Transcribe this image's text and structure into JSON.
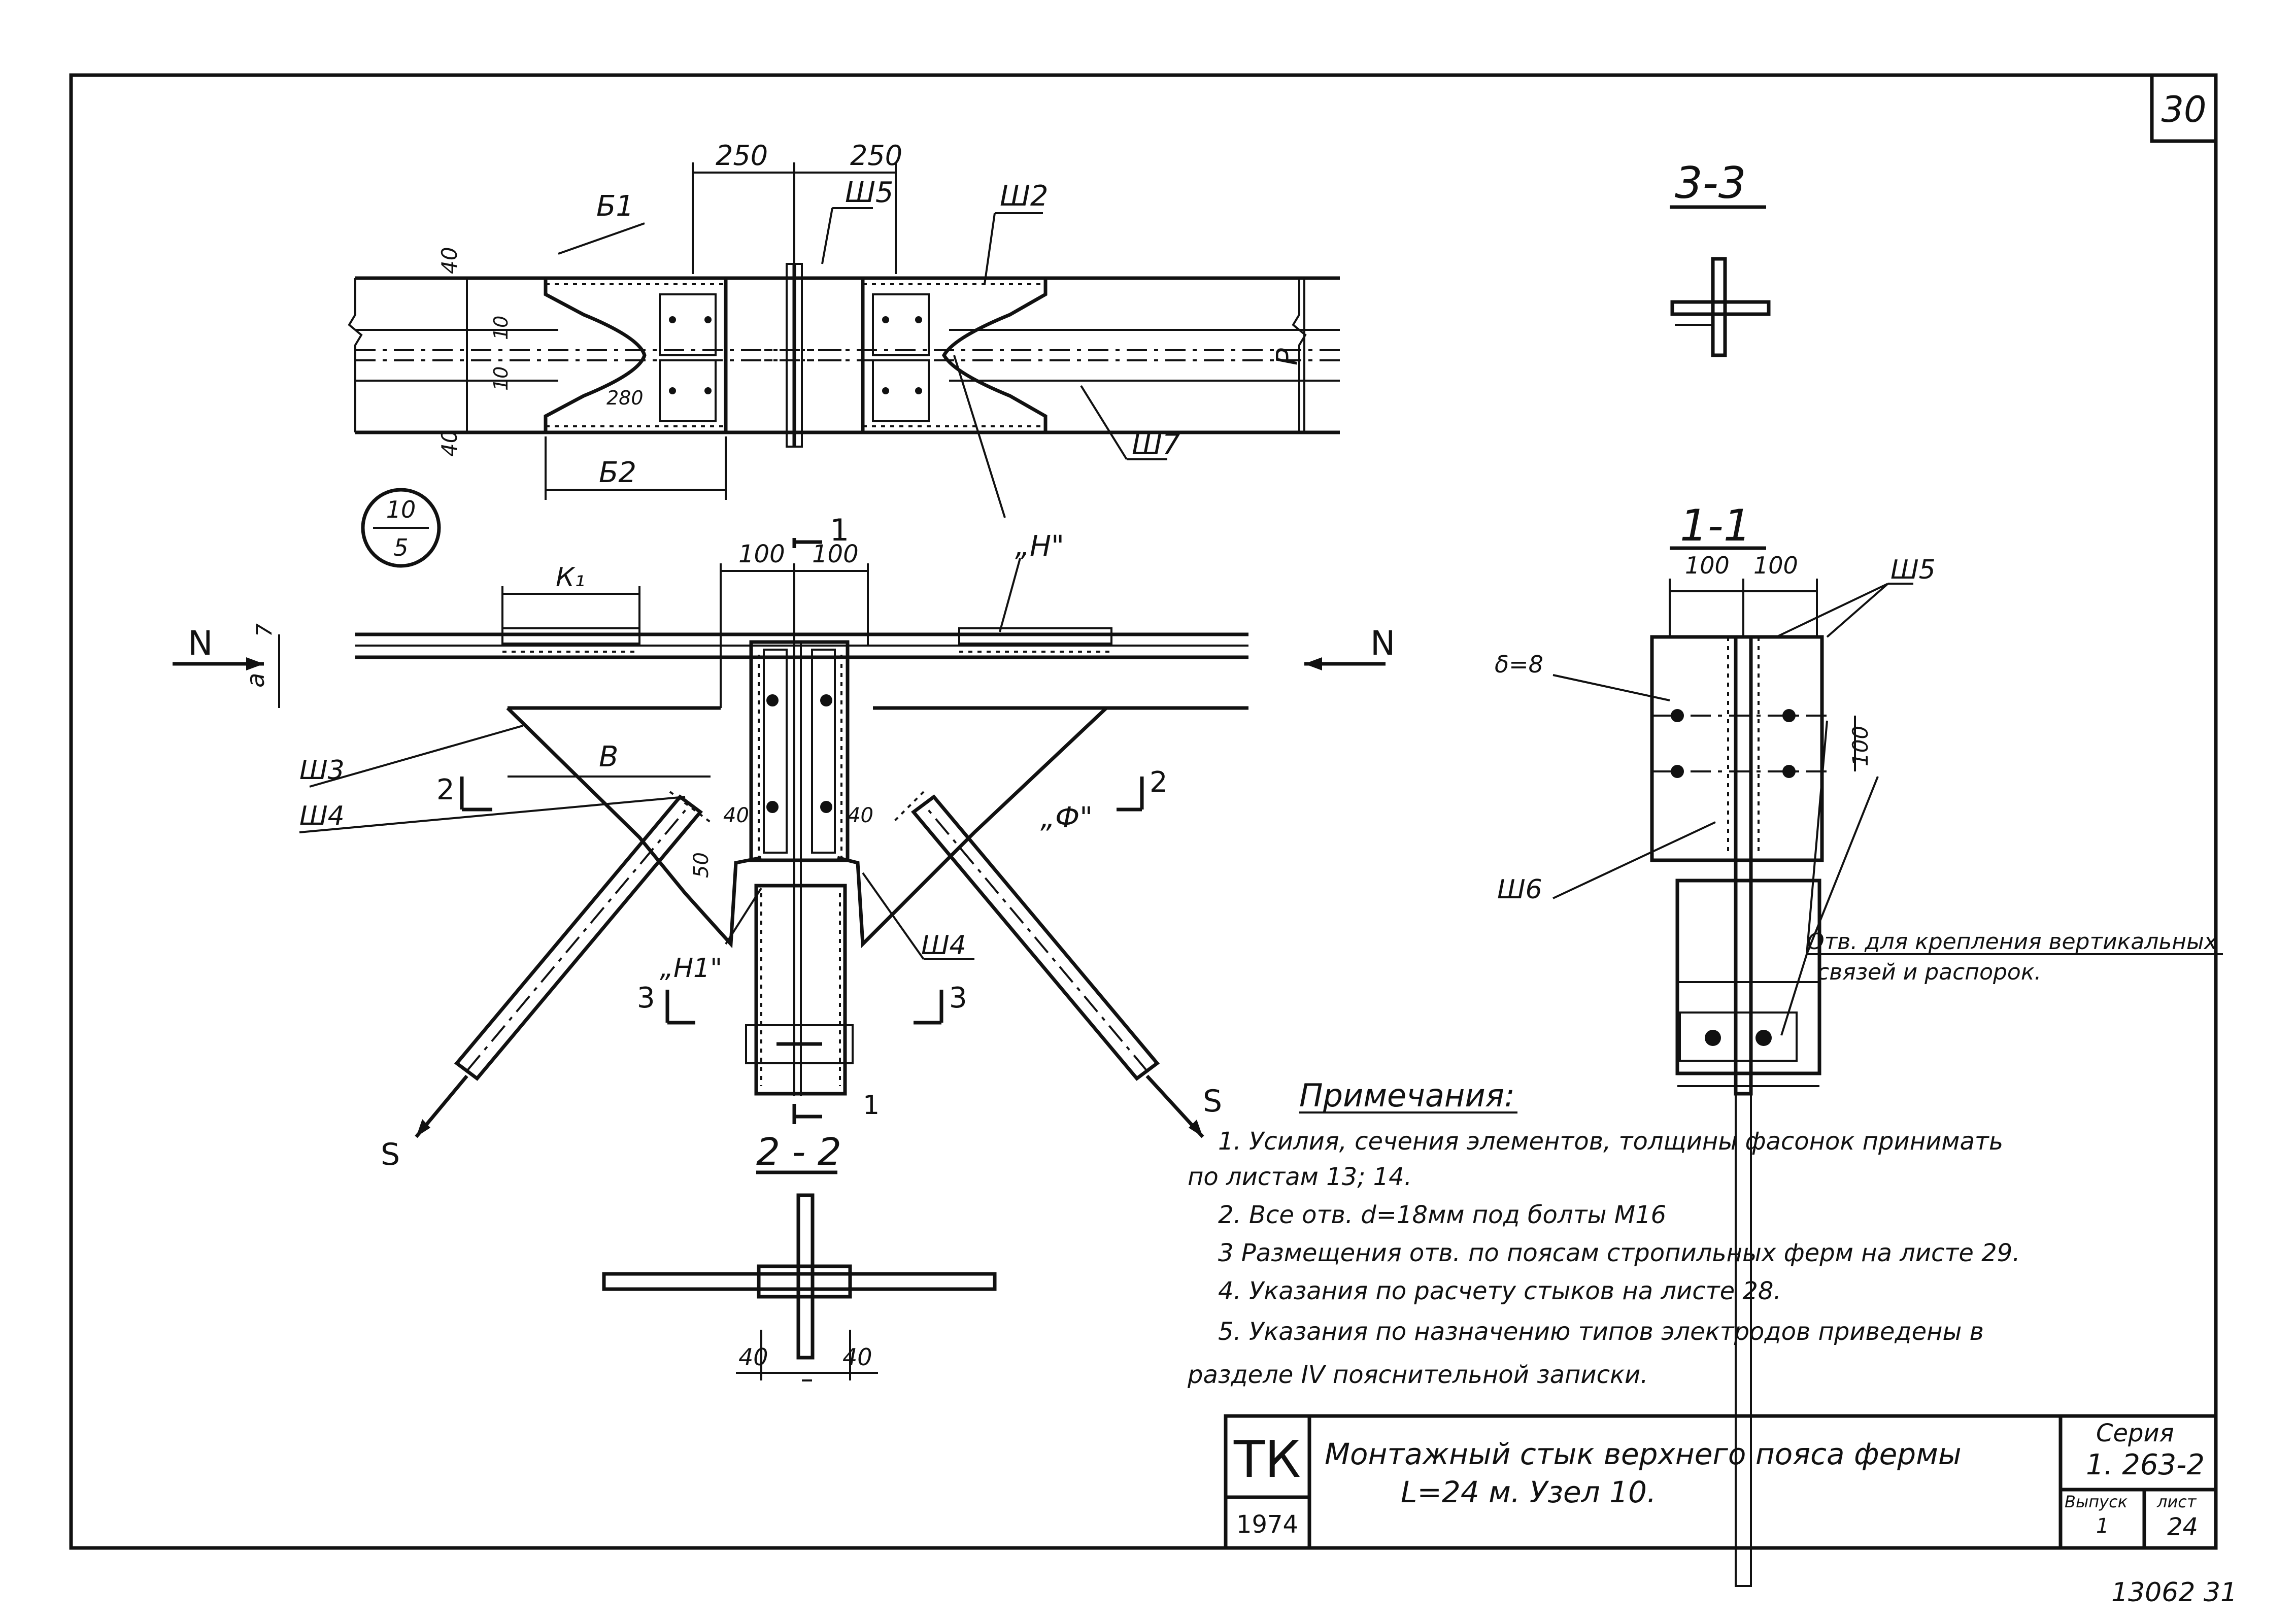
{
  "sheet": {
    "sheet_number": "30",
    "stamp": "13062  31"
  },
  "plan_view": {
    "dim_left": "250",
    "dim_right": "250",
    "label_b1": "Б1",
    "label_b2": "Б2",
    "label_sh5": "Ш5",
    "label_sh2": "Ш2",
    "label_sh7": "Ш7",
    "label_p": "Р",
    "dim_40_top": "40",
    "dim_40_bottom": "40",
    "dim_10a": "10",
    "dim_10b": "10",
    "dim_280": "280"
  },
  "node_mark": {
    "top": "10",
    "bottom": "5"
  },
  "elevation": {
    "section_1_top": "1",
    "dim_100_left": "100",
    "dim_100_right": "100",
    "label_k1": "К₁",
    "label_h_quote": "„Н\"",
    "label_n_left": "N",
    "label_n_right": "N",
    "label_a": "а",
    "dim_7": "7",
    "label_v": "В",
    "label_sh3": "Ш3",
    "label_sh4_left": "Ш4",
    "label_sh4_right": "Ш4",
    "section_2_left": "2",
    "section_2_right": "2",
    "label_f_quote": "„Ф\"",
    "dim_40_left": "40",
    "dim_40_right": "40",
    "dim_50": "50",
    "label_h1_quote": "„Н1\"",
    "section_3_left": "3",
    "section_3_right": "3",
    "label_s_left": "S",
    "label_s_right": "S",
    "section_1_bottom": "1"
  },
  "section_22": {
    "title": "2 - 2",
    "dim_left": "40",
    "dim_right": "40"
  },
  "section_33": {
    "title": "3-3"
  },
  "section_11": {
    "title": "1-1",
    "dim_100_left": "100",
    "dim_100_right": "100",
    "label_sh5": "Ш5",
    "label_delta": "δ=8",
    "label_sh6": "Ш6",
    "dim_100_vertical": "100",
    "note_holes_line1": "Отв. для крепления вертикальных",
    "note_holes_line2": "связей и распорок."
  },
  "notes": {
    "heading": "Примечания:",
    "n1_line1": "1. Усилия, сечения элементов, толщины фасонок принимать",
    "n1_line2": "по листам 13; 14.",
    "n2": "2. Все отв. d=18мм под болты М16",
    "n3": "3 Размещения отв. по поясам стропильных ферм на листе 29.",
    "n4": "4. Указания по расчету стыков на листе 28.",
    "n5_line1": "5. Указания по назначению типов электродов приведены в",
    "n5_line2": "разделе IV пояснительной записки."
  },
  "title_block": {
    "tk": "ТК",
    "year": "1974",
    "title_line1": "Монтажный стык верхнего пояса фермы",
    "title_line2": "L=24 м.    Узел 10.",
    "series_label": "Серия",
    "series_value": "1. 263-2",
    "issue_label": "Выпуск",
    "issue_value": "1",
    "sheet_label": "лист",
    "sheet_value": "24"
  }
}
